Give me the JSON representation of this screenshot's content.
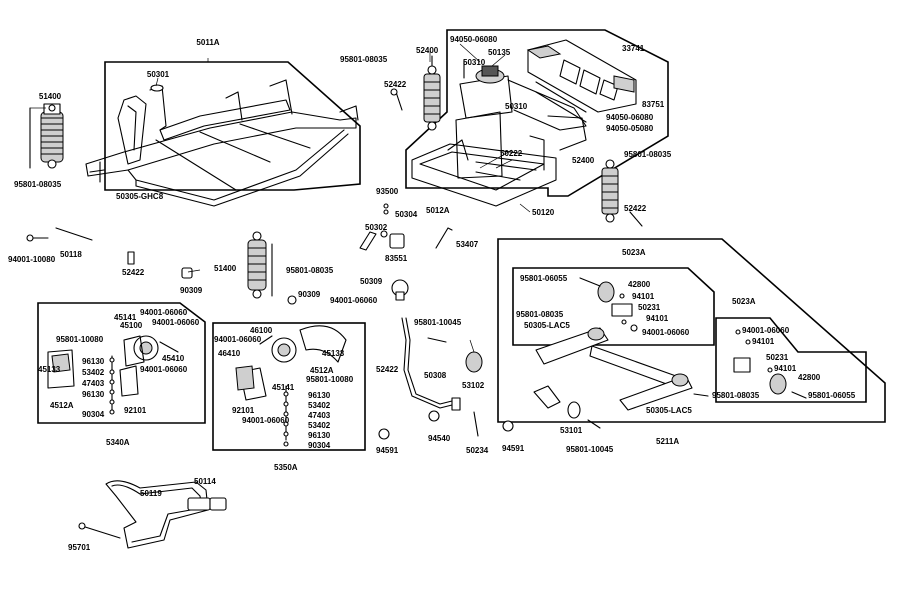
{
  "labels": {
    "p5011A": "5011A",
    "p50301": "50301",
    "p51400a": "51400",
    "p95801_08035a": "95801-08035",
    "p50305_GHC8": "50305-GHC8",
    "p95801_08035b": "95801-08035",
    "p52400a": "52400",
    "p52422a": "52422",
    "p94050_06080a": "94050-06080",
    "p50135": "50135",
    "p50310a": "50310",
    "p33741": "33741",
    "p50310b": "50310",
    "p83751": "83751",
    "p94050_06080b": "94050-06080",
    "p94050_05080": "94050-05080",
    "p50222": "50222",
    "p52400b": "52400",
    "p95801_08035c": "95801-08035",
    "p52422b": "52422",
    "p5012A": "5012A",
    "p50120": "50120",
    "p93500": "93500",
    "p50304": "50304",
    "p50302": "50302",
    "p83551": "83551",
    "p53407": "53407",
    "p94001_10080": "94001-10080",
    "p50118": "50118",
    "p52422c": "52422",
    "p51400b": "51400",
    "p95801_08035d": "95801-08035",
    "p90309a": "90309",
    "p90309b": "90309",
    "p50309": "50309",
    "p94001_06060a": "94001-06060",
    "p5023A_a": "5023A",
    "p95801_06055a": "95801-06055",
    "p42800a": "42800",
    "p94101a": "94101",
    "p50231a": "50231",
    "p94101b": "94101",
    "p95801_08035e": "95801-08035",
    "p50305_LAC5a": "50305-LAC5",
    "p94001_06060b": "94001-06060",
    "p5023A_b": "5023A",
    "p94001_06060c": "94001-06060",
    "p94101c": "94101",
    "p50231b": "50231",
    "p94101d": "94101",
    "p42800b": "42800",
    "p95801_06055b": "95801-06055",
    "p95801_08035f": "95801-08035",
    "p50305_LAC5b": "50305-LAC5",
    "p5211A": "5211A",
    "p45141a": "45141",
    "p45100": "45100",
    "p94001_06060d": "94001-06060",
    "p94001_06060e": "94001-06060",
    "p95801_10080a": "95801-10080",
    "p45410": "45410",
    "p45133a": "45133",
    "p96130a": "96130",
    "p53402a": "53402",
    "p47403a": "47403",
    "p94001_06060f": "94001-06060",
    "p96130b": "96130",
    "p4512A_a": "4512A",
    "p90304a": "90304",
    "p92101a": "92101",
    "p5340A": "5340A",
    "p46100": "46100",
    "p94001_06060g": "94001-06060",
    "p46410": "46410",
    "p45133b": "45133",
    "p4512A_b": "4512A",
    "p95801_10080b": "95801-10080",
    "p45141b": "45141",
    "p92101b": "92101",
    "p96130c": "96130",
    "p53402b": "53402",
    "p47403b": "47403",
    "p94001_06060h": "94001-06060",
    "p53402c": "53402",
    "p96130d": "96130",
    "p90304b": "90304",
    "p5350A": "5350A",
    "p95801_10045a": "95801-10045",
    "p52422d": "52422",
    "p50308": "50308",
    "p53102": "53102",
    "p94540": "94540",
    "p94591a": "94591",
    "p50234": "50234",
    "p94591b": "94591",
    "p53101": "53101",
    "p95801_10045b": "95801-10045",
    "p50114": "50114",
    "p50119": "50119",
    "p95701": "95701"
  }
}
